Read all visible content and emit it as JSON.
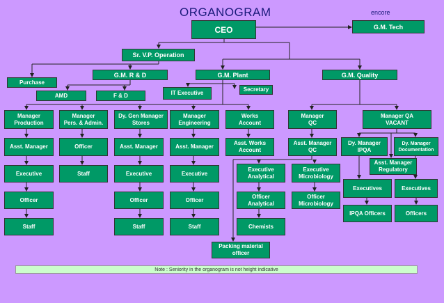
{
  "header": {
    "title": "ORGANOGRAM",
    "encore": "encore"
  },
  "nodes": {
    "ceo": "CEO",
    "gm_tech": "G.M. Tech",
    "sr_vp": "Sr. V.P. Operation",
    "purchase": "Purchase",
    "gm_rd": "G.M. R & D",
    "gm_plant": "G.M. Plant",
    "gm_quality": "G.M. Quality",
    "amd": "AMD",
    "fd": "F & D",
    "it_exec": "IT Executive",
    "secretary": "Secretary",
    "mgr_production": "Manager\nProduction",
    "mgr_pers": "Manager\nPers. & Admin.",
    "dy_gm_stores": "Dy. Gen Manager\nStores",
    "mgr_engineering": "Manager\nEngineering",
    "works_account": "Works\nAccount",
    "mgr_qc": "Manager\nQC",
    "mgr_qa": "Manager QA\nVACANT",
    "asst_mgr_1": "Asst. Manager",
    "officer_2": "Officer",
    "asst_mgr_3": "Asst. Manager",
    "asst_mgr_4": "Asst. Manager",
    "asst_works_account": "Asst. Works\nAccount",
    "asst_mgr_qc": "Asst. Manager\nQC",
    "dy_mgr_ipqa": "Dy. Manager\nIPQA",
    "dy_mgr_doc": "Dy. Manager\nDocumentation",
    "exec_1": "Executive",
    "staff_2": "Staff",
    "exec_3": "Executive",
    "exec_4": "Executive",
    "exec_analytical": "Executive\nAnalytical",
    "exec_micro": "Executive\nMicrobiology",
    "asst_mgr_regulatory": "Asst. Manager\nRegulatory",
    "executives_1": "Executives",
    "executives_2": "Executives",
    "officer_1": "Officer",
    "officer_3": "Officer",
    "officer_4": "Officer",
    "officer_analytical": "Officer\nAnalytical",
    "officer_micro": "Officer\nMicrobiology",
    "ipqa_officers": "IPQA Officers",
    "officers": "Officers",
    "staff_1": "Staff",
    "staff_3": "Staff",
    "staff_4": "Staff",
    "chemists": "Chemists",
    "packing_officer": "Packing material\nofficer"
  },
  "note": "Note : Seniority in the organogram is not height indicative",
  "colors": {
    "background": "#cc99ff",
    "box": "#009966",
    "note_bg": "#ccffcc",
    "title": "#1a1a7a"
  }
}
